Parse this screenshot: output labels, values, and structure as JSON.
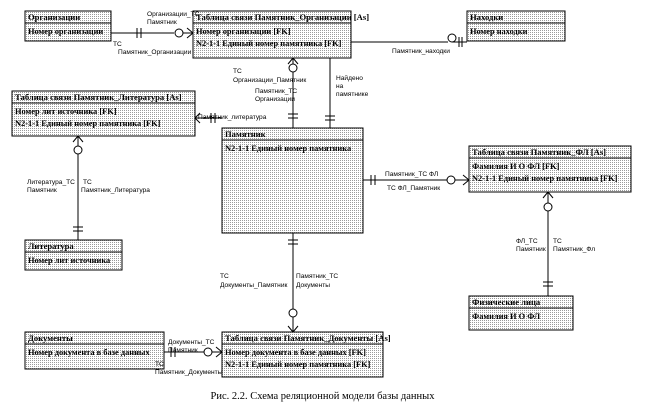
{
  "caption": "Рис. 2.2. Схема реляционной модели базы данных",
  "entities": {
    "org": {
      "title": "Организации",
      "attrs": [
        "Номер организации"
      ]
    },
    "link_org": {
      "title": "Таблица связи Памятник_Организации [As]",
      "attrs": [
        "Номер организации [FK]",
        "N2-1-1 Единый номер памятника [FK]"
      ]
    },
    "finds": {
      "title": "Находки",
      "attrs": [
        "Номер находки"
      ]
    },
    "link_lit": {
      "title": "Таблица связи Памятник_Литература [As]",
      "attrs": [
        "Номер лит источника [FK]",
        "N2-1-1 Единый номер памятника [FK]"
      ]
    },
    "monument": {
      "title": "Памятник",
      "attrs": [
        "N2-1-1 Единый номер памятника"
      ]
    },
    "link_fl": {
      "title": "Таблица связи Памятник_ФЛ [As]",
      "attrs": [
        "Фамилия И О ФЛ [FK]",
        "N2-1-1 Единый номер памятника [FK]"
      ]
    },
    "literature": {
      "title": "Литература",
      "attrs": [
        "Номер лит источника"
      ]
    },
    "persons": {
      "title": "Физические лица",
      "attrs": [
        "Фамилия И О ФЛ"
      ]
    },
    "docs": {
      "title": "Документы",
      "attrs": [
        "Номер документа в базе данных"
      ]
    },
    "link_docs": {
      "title": "Таблица связи Памятник_Документы [As]",
      "attrs": [
        "Номер документа в базе данных [FK]",
        "N2-1-1 Единый номер памятника [FK]"
      ]
    }
  },
  "labels": {
    "org_tc": "Организации_ТС",
    "org_pam": "Памятник",
    "tc_1": "ТС",
    "pam_org": "Памятник_Организации",
    "tc_2": "ТС",
    "org_pam2": "Организации_Памятник",
    "pam_tc_org": "Памятник_ТС",
    "org_word": "Организации",
    "found1": "Найдено",
    "found2": "на",
    "found3": "памятнике",
    "pam_finds": "Памятник_находки",
    "pam_lit": "Памятник_литература",
    "lit_tc": "Литература_ТС",
    "tc_3": "ТС",
    "pam_word": "Памятник",
    "pam_lit2": "Памятник_Литература",
    "pam_tc_fl": "Памятник_ТС ФЛ",
    "tc_fl_pam": "ТС ФЛ_Памятник",
    "fl_tc": "ФЛ_ТС",
    "tc_4": "ТС",
    "pam_word2": "Памятник",
    "pam_fl": "Памятник_Фл",
    "tc_5": "ТС",
    "docs_pam": "Документы_Памятник",
    "pam_tc": "Памятник_ТС",
    "docs_word": "Документы",
    "docs_tc": "Документы_ТС",
    "pam_word3": "Памятник",
    "tc_6": "ТС",
    "pam_docs": "Памятник_Документы"
  }
}
